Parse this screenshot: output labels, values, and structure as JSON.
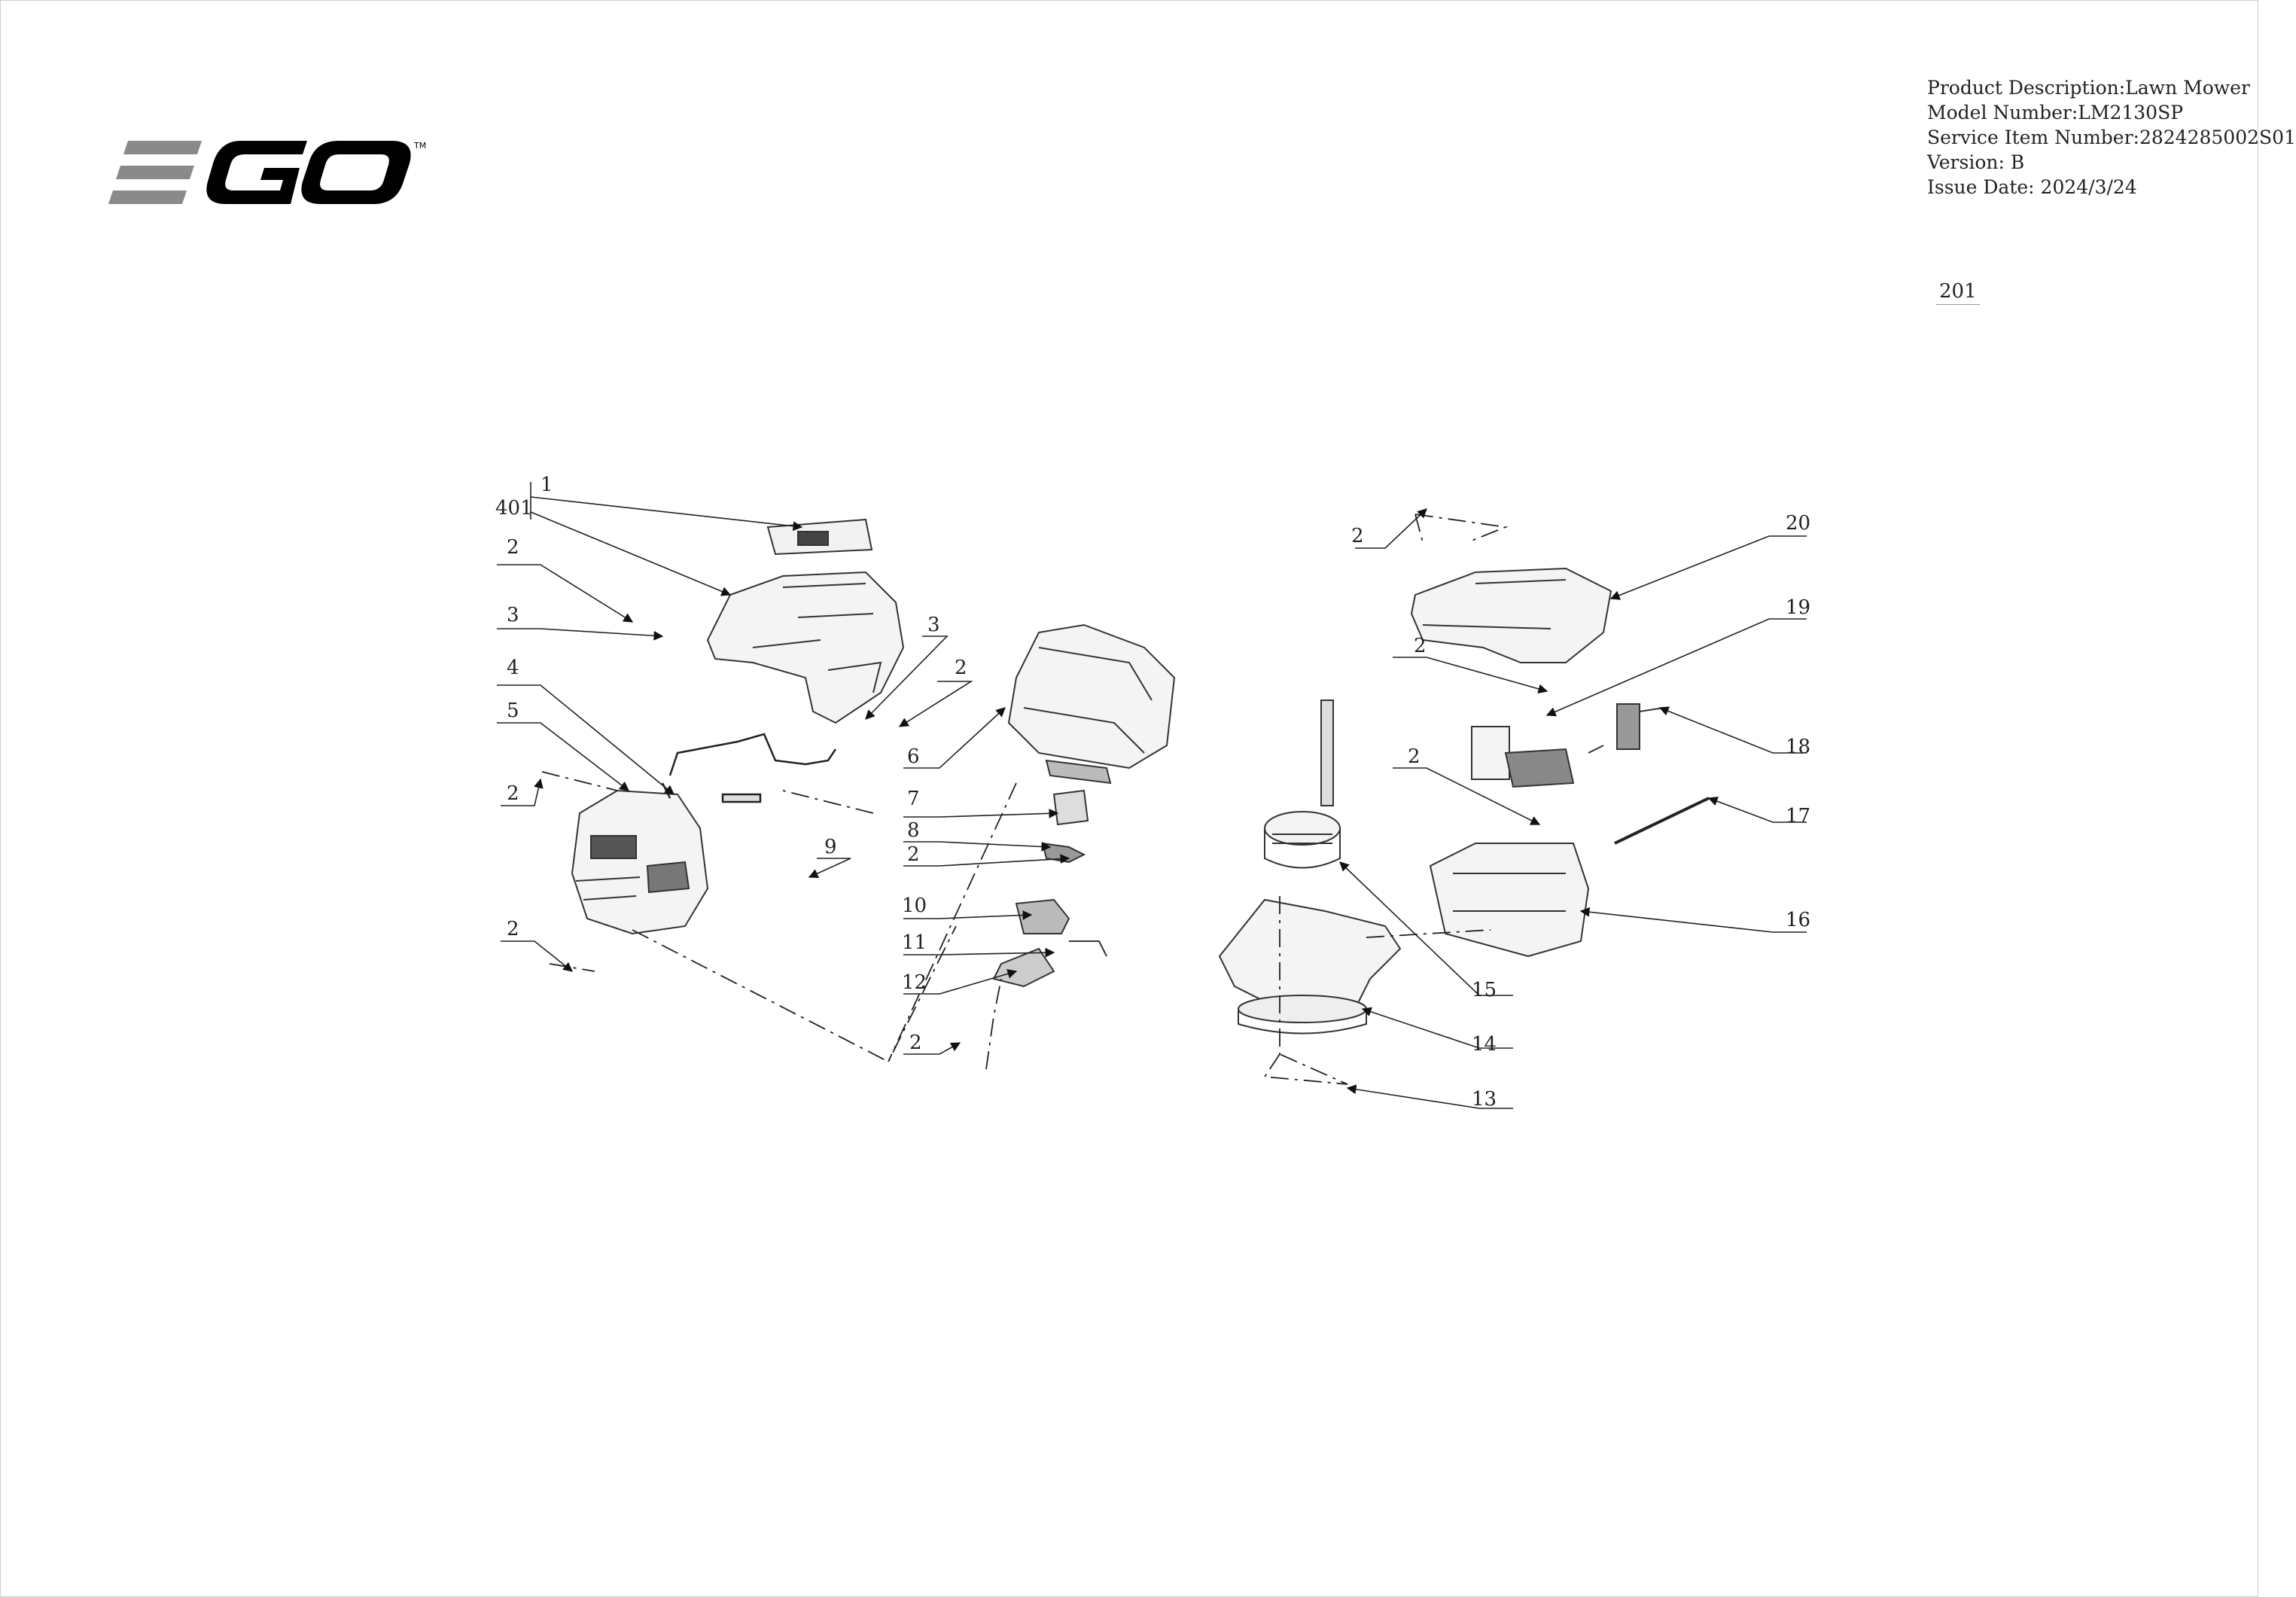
{
  "header": {
    "product_description": "Product Description:Lawn Mower",
    "model_number": "Model Number:LM2130SP",
    "service_item_number": "Service Item Number:2824285002S01",
    "version": "Version: B",
    "issue_date": "Issue Date: 2024/3/24",
    "page_number": "201"
  },
  "logo": {
    "text": "EGO",
    "trademark": "TM",
    "color": "#000000",
    "accent": "#8a8a8a"
  },
  "callouts": [
    {
      "label": "1"
    },
    {
      "label": "401"
    },
    {
      "label": "2"
    },
    {
      "label": "3"
    },
    {
      "label": "3"
    },
    {
      "label": "2"
    },
    {
      "label": "4"
    },
    {
      "label": "5"
    },
    {
      "label": "2"
    },
    {
      "label": "6"
    },
    {
      "label": "7"
    },
    {
      "label": "8"
    },
    {
      "label": "9"
    },
    {
      "label": "2"
    },
    {
      "label": "10"
    },
    {
      "label": "11"
    },
    {
      "label": "2"
    },
    {
      "label": "12"
    },
    {
      "label": "2"
    },
    {
      "label": "2"
    },
    {
      "label": "20"
    },
    {
      "label": "19"
    },
    {
      "label": "2"
    },
    {
      "label": "18"
    },
    {
      "label": "2"
    },
    {
      "label": "17"
    },
    {
      "label": "16"
    },
    {
      "label": "15"
    },
    {
      "label": "14"
    },
    {
      "label": "13"
    }
  ]
}
